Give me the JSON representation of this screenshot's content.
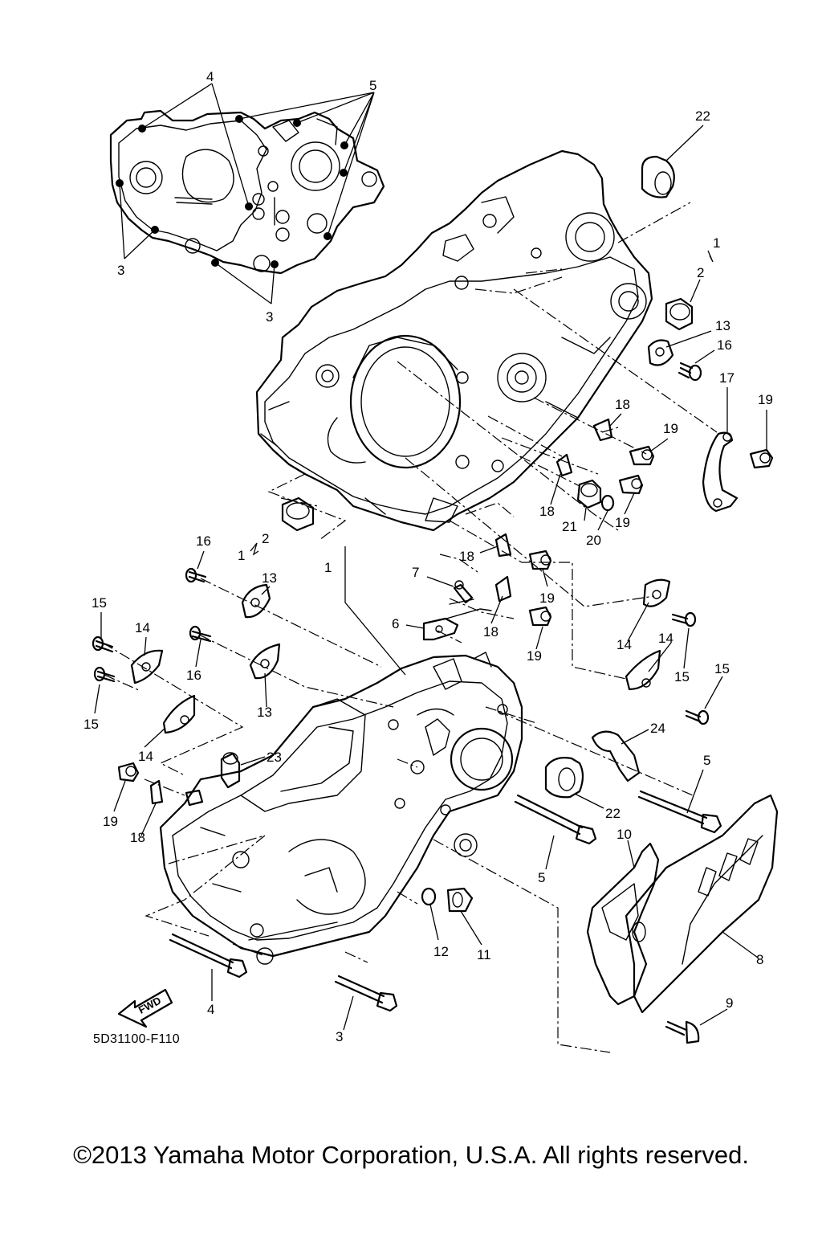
{
  "diagram_code": "5D31100-F110",
  "fwd_arrow_label": "FWD",
  "copyright": "©2013 Yamaha Motor Corporation, U.S.A. All rights reserved.",
  "callouts": {
    "c4_top": "4",
    "c5_top": "5",
    "c3_left_inset": "3",
    "c3_bottom_inset": "3",
    "c22_top": "22",
    "c1_right": "1",
    "c2_right": "2",
    "c13_right": "13",
    "c16_right": "16",
    "c17": "17",
    "c19_a": "19",
    "c18_a": "18",
    "c19_b": "19",
    "c18_b": "18",
    "c21": "21",
    "c19_c": "19",
    "c20": "20",
    "c16_left": "16",
    "c2_left": "2",
    "c1_left": "1",
    "c1_center": "1",
    "c13_left_a": "13",
    "c15_a": "15",
    "c14_a": "14",
    "c16_mid": "16",
    "c15_b": "15",
    "c14_b": "14",
    "c13_left_b": "13",
    "c7": "7",
    "c6": "6",
    "c18_c": "18",
    "c19_d": "19",
    "c18_d": "18",
    "c19_e": "19",
    "c14_c": "14",
    "c14_d": "14",
    "c15_c": "15",
    "c15_d": "15",
    "c23": "23",
    "c19_f": "19",
    "c18_e": "18",
    "c24": "24",
    "c5_bottom": "5",
    "c22_bottom": "22",
    "c5_mid": "5",
    "c10": "10",
    "c12": "12",
    "c11": "11",
    "c8": "8",
    "c9": "9",
    "c4_bottom": "4",
    "c3_bottom": "3"
  }
}
